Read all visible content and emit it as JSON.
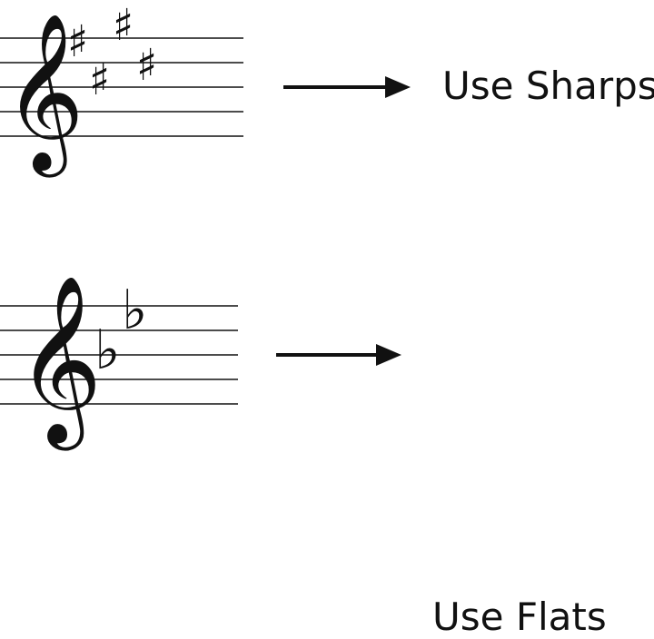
{
  "colors": {
    "ink": "#111111",
    "background": "#ffffff"
  },
  "rows": [
    {
      "id": "sharps",
      "clef_glyph": "𝄞",
      "accidental_glyph": "♯",
      "accidental_count": 4,
      "label": "Use Sharps"
    },
    {
      "id": "flats",
      "clef_glyph": "𝄞",
      "accidental_glyph": "♭",
      "accidental_count": 2,
      "label": "Use Flats"
    }
  ],
  "icons": {
    "arrow": "right-arrow-icon",
    "clef": "treble-clef-icon"
  }
}
